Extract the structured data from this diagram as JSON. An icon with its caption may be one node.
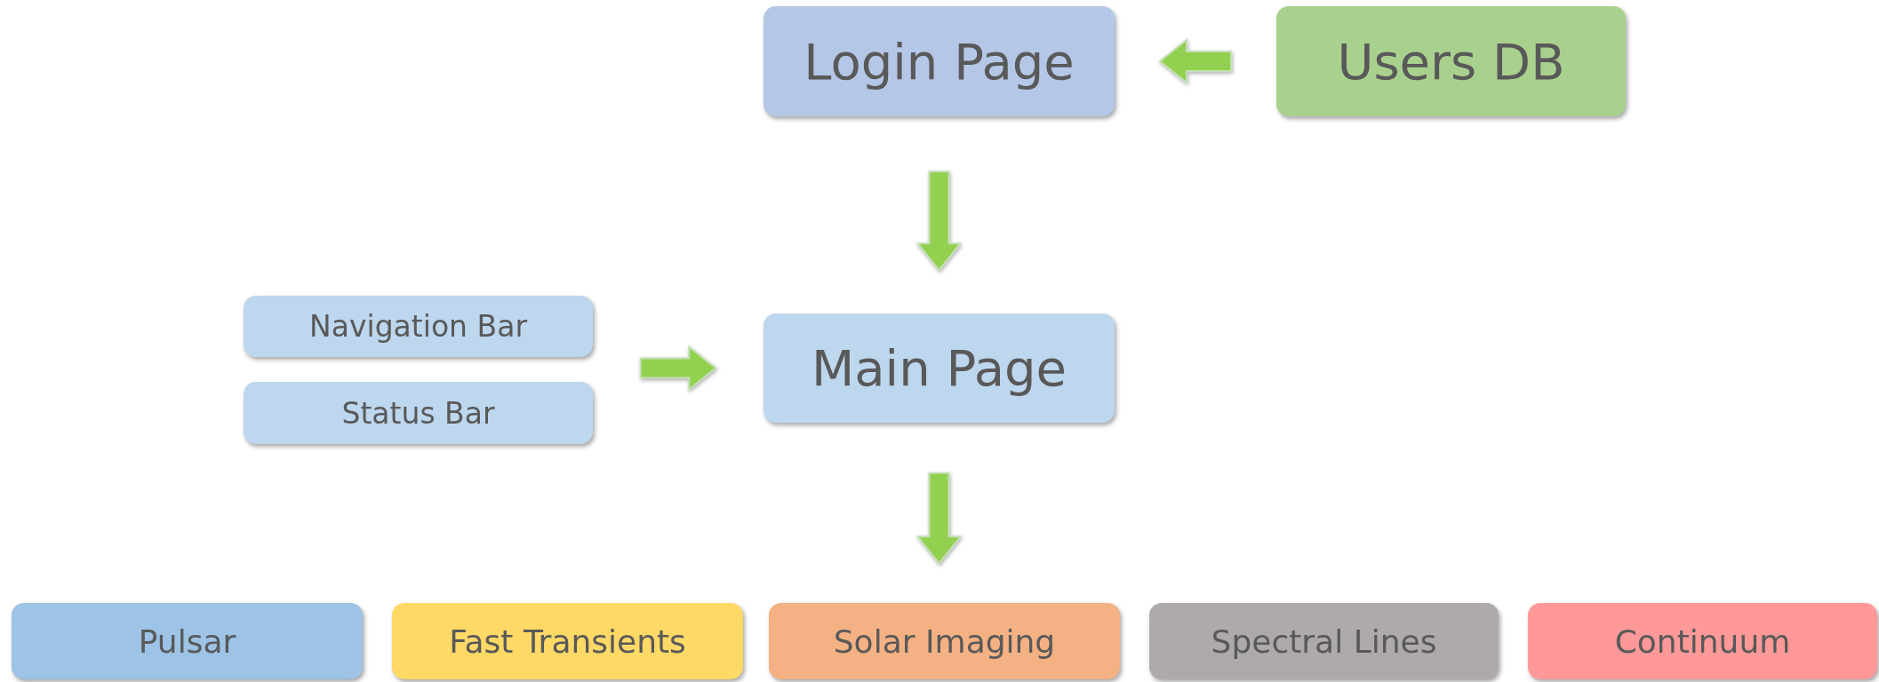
{
  "diagram": {
    "nodes": [
      {
        "text": [
          "Login Page"
        ]
      },
      {
        "text": [
          "Users DB"
        ]
      },
      {
        "text": [
          "Navigation Bar"
        ]
      },
      {
        "text": [
          "Status Bar"
        ]
      },
      {
        "text": [
          "Main Page"
        ]
      },
      {
        "text": [
          "Pulsar"
        ]
      },
      {
        "text": [
          "Fast Transients"
        ]
      },
      {
        "text": [
          "Solar Imaging"
        ]
      },
      {
        "text": [
          "Spectral Lines"
        ]
      },
      {
        "text": [
          "Continuum"
        ]
      }
    ],
    "edges": [
      {
        "from": 1,
        "to": 0,
        "arrow": "to"
      },
      {
        "from": 0,
        "to": 4,
        "arrow": "to"
      },
      {
        "from": 2,
        "to": 4,
        "arrow": "to"
      },
      {
        "from": 3,
        "to": 4,
        "arrow": "to"
      },
      {
        "from": 4,
        "to": 7,
        "arrow": "to"
      }
    ]
  }
}
